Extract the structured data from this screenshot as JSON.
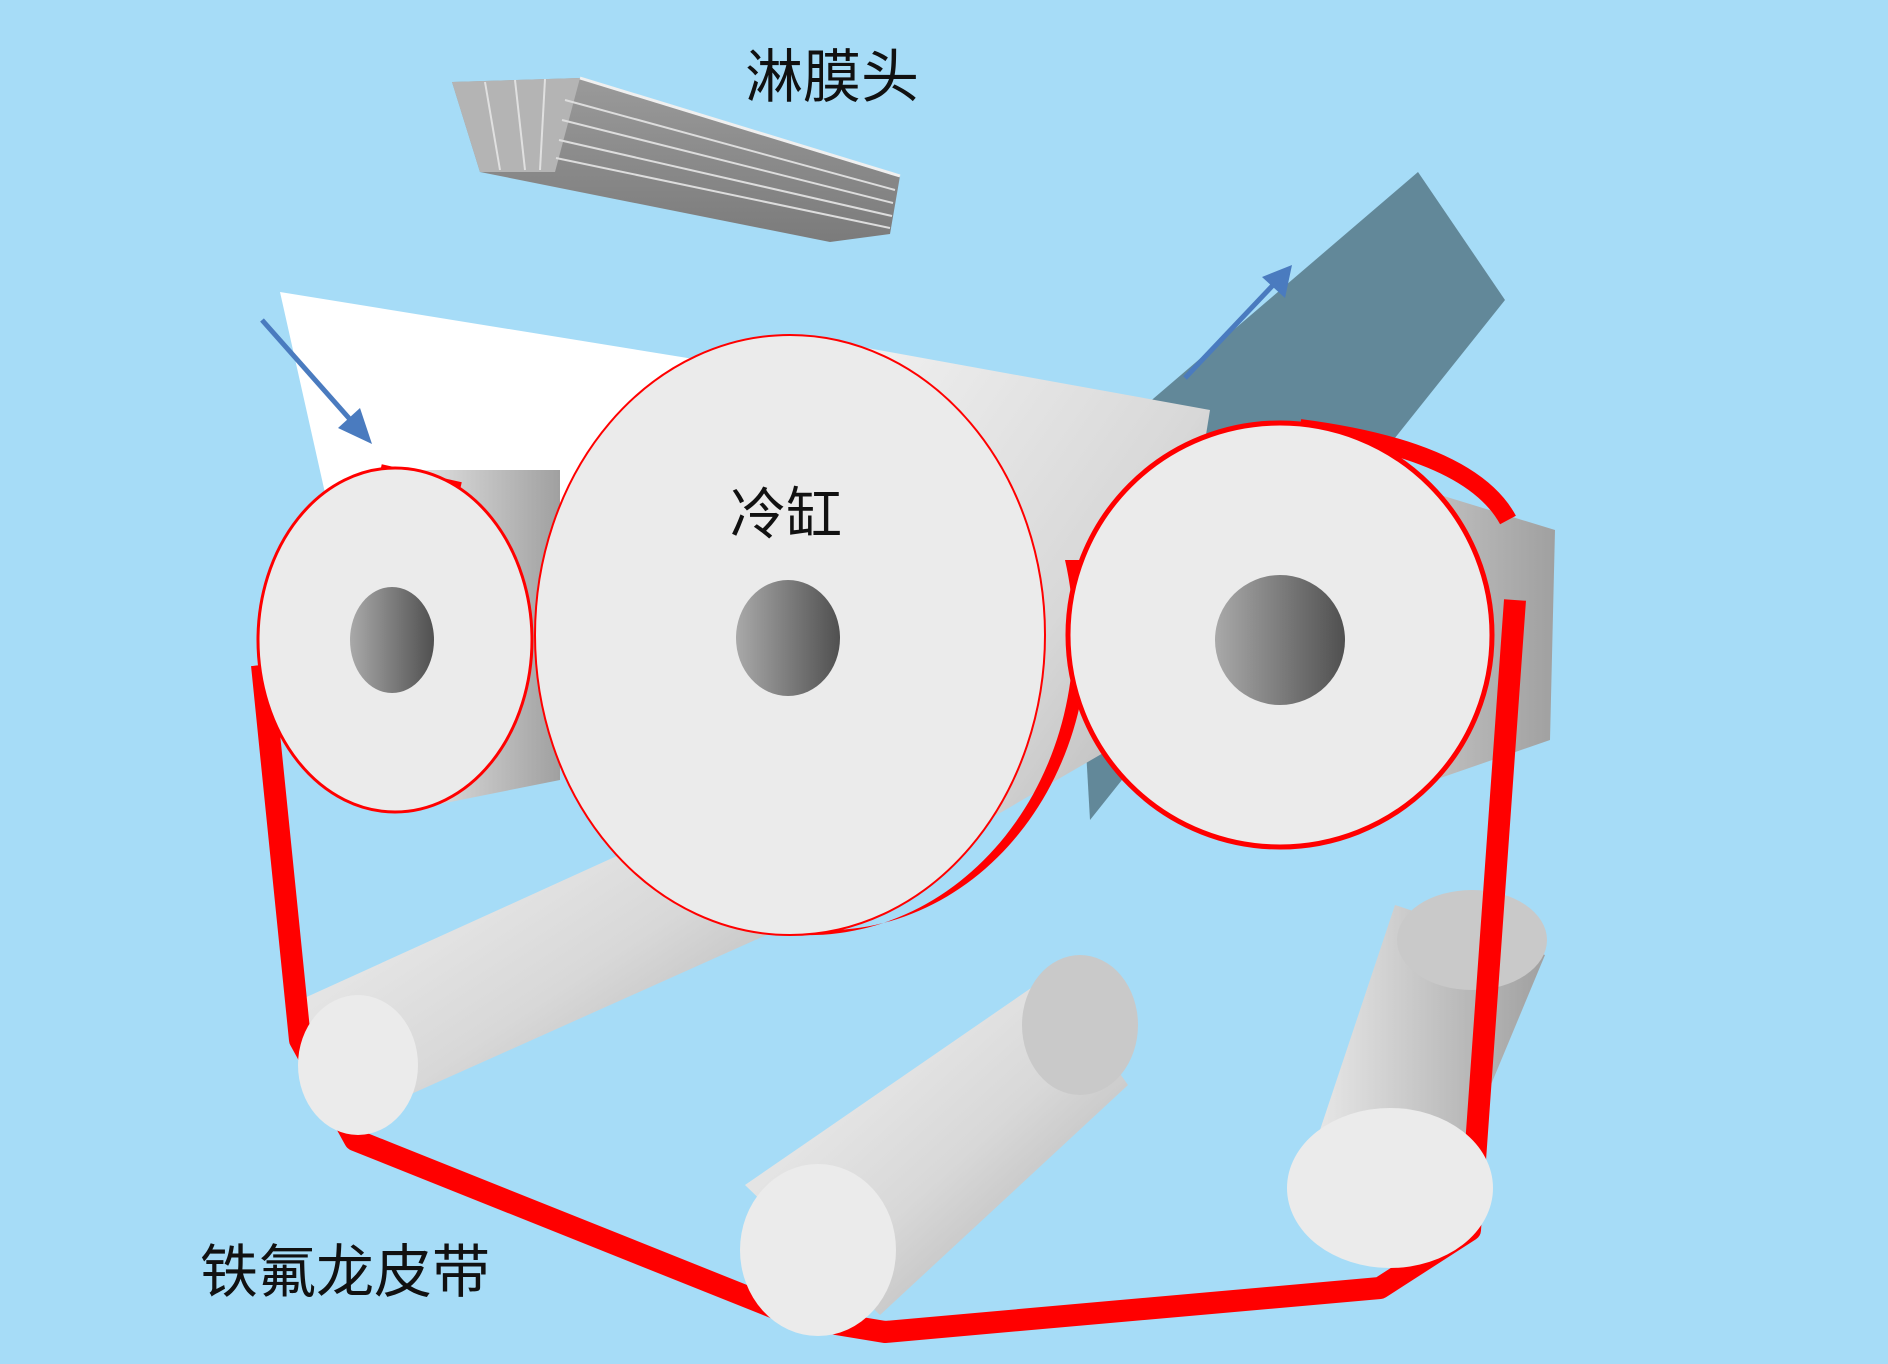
{
  "labels": {
    "coating_head": "淋膜头",
    "chill_roll": "冷缸",
    "ptfe_belt": "铁氟龙皮带"
  },
  "colors": {
    "background": "#a6dcf7",
    "belt": "#ff0000",
    "roll_face": "#ebebeb",
    "hub": "#707070",
    "film": "#ffffff",
    "laminate_out": "#628899",
    "arrow": "#4a7bbf",
    "die": "#8a8a8a"
  },
  "icons": {
    "in_arrow": "arrow-down-right-icon",
    "out_arrow": "arrow-up-right-icon"
  }
}
